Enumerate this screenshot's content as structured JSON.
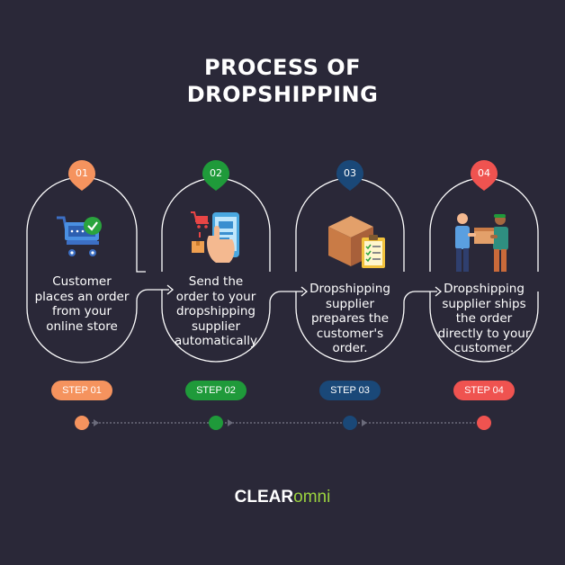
{
  "title": {
    "line1": "PROCESS OF",
    "line2": "DROPSHIPPING"
  },
  "colors": {
    "background": "#2a2838",
    "step1": "#f5935e",
    "step2": "#1f9a3a",
    "step3": "#1a4878",
    "step4": "#ef5350"
  },
  "steps": [
    {
      "number": "01",
      "lines": [
        "Customer",
        "places an order",
        "from your",
        "online store"
      ],
      "button": "STEP 01",
      "icon": "shopping-cart-check-icon"
    },
    {
      "number": "02",
      "lines": [
        "Send the",
        "order to your",
        "dropshipping",
        "supplier",
        "automatically"
      ],
      "button": "STEP 02",
      "icon": "phone-order-icon"
    },
    {
      "number": "03",
      "lines": [
        "Dropshipping",
        "supplier",
        "prepares the",
        "customer's",
        "order."
      ],
      "button": "STEP 03",
      "icon": "box-checklist-icon"
    },
    {
      "number": "04",
      "lines": [
        "Dropshipping",
        "supplier ships",
        "the order",
        "directly to your",
        "customer."
      ],
      "button": "STEP 04",
      "icon": "package-handover-icon"
    }
  ],
  "logo": {
    "part1": "CLEAR",
    "part2": "omni"
  }
}
